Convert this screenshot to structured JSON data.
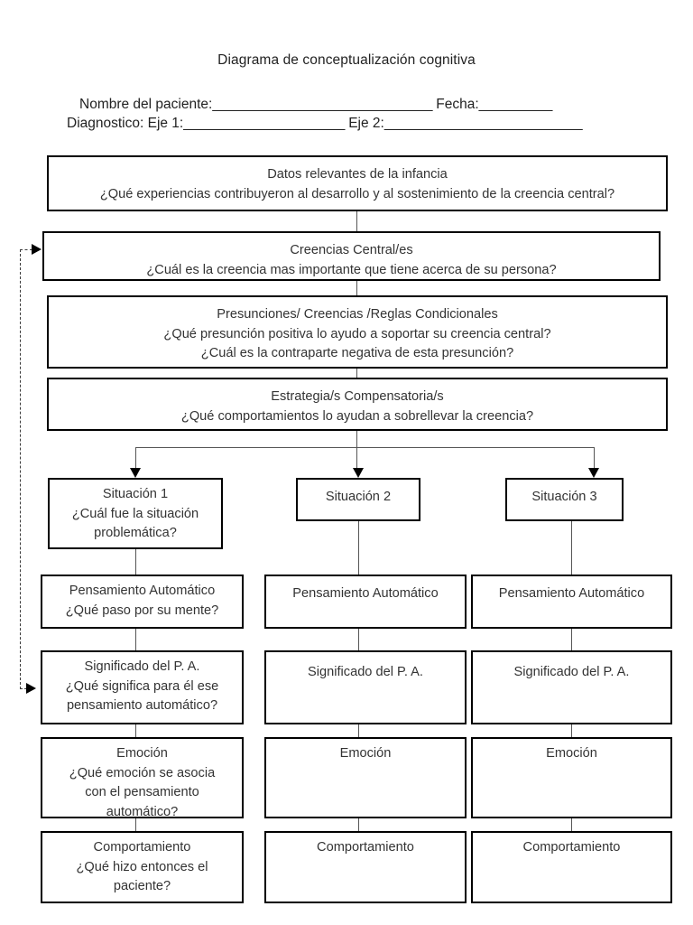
{
  "document": {
    "title": "Diagrama de conceptualización cognitiva",
    "form": {
      "patient_label": "Nombre del paciente:",
      "patient_fill": "______________________________",
      "date_label": " Fecha:",
      "date_fill": "__________",
      "diagnosis_label": "Diagnostico: Eje 1:",
      "diagnosis_fill": "______________________",
      "axis2_label": " Eje 2:",
      "axis2_fill": "___________________________"
    }
  },
  "flow": {
    "childhood": {
      "title": "Datos relevantes de la infancia",
      "question": "¿Qué experiencias contribuyeron al desarrollo y al sostenimiento de la creencia central?"
    },
    "core_beliefs": {
      "title": "Creencias Central/es",
      "question": "¿Cuál es la creencia mas importante que tiene acerca de su persona?"
    },
    "assumptions": {
      "title": "Presunciones/ Creencias /Reglas Condicionales",
      "question1": "¿Qué presunción positiva lo ayudo a soportar su creencia central?",
      "question2": "¿Cuál es la contraparte negativa de esta presunción?"
    },
    "strategies": {
      "title": "Estrategia/s Compensatoria/s",
      "question": "¿Qué comportamientos lo ayudan a sobrellevar la creencia?"
    },
    "columns": [
      {
        "situation": {
          "title": "Situación 1",
          "question1": "¿Cuál fue la situación",
          "question2": "problemática?"
        },
        "automatic_thought": {
          "title": "Pensamiento Automático",
          "question": "¿Qué paso por su mente?"
        },
        "meaning": {
          "title": "Significado del P. A.",
          "question1": "¿Qué significa para él ese",
          "question2": "pensamiento automático?"
        },
        "emotion": {
          "title": "Emoción",
          "question1": "¿Qué emoción se asocia",
          "question2": "con el pensamiento",
          "question3": "automático?"
        },
        "behavior": {
          "title": "Comportamiento",
          "question1": "¿Qué hizo entonces el",
          "question2": "paciente?"
        }
      },
      {
        "situation": {
          "title": "Situación 2"
        },
        "automatic_thought": {
          "title": "Pensamiento Automático"
        },
        "meaning": {
          "title": "Significado del P. A."
        },
        "emotion": {
          "title": "Emoción"
        },
        "behavior": {
          "title": "Comportamiento"
        }
      },
      {
        "situation": {
          "title": "Situación 3"
        },
        "automatic_thought": {
          "title": "Pensamiento Automático"
        },
        "meaning": {
          "title": "Significado del P. A."
        },
        "emotion": {
          "title": "Emoción"
        },
        "behavior": {
          "title": "Comportamiento"
        }
      }
    ]
  },
  "colors": {
    "box_border": "#000000",
    "connector": "#555555",
    "feedback_dashed": "#3a3a3a",
    "text": "#333333",
    "background": "#ffffff"
  }
}
